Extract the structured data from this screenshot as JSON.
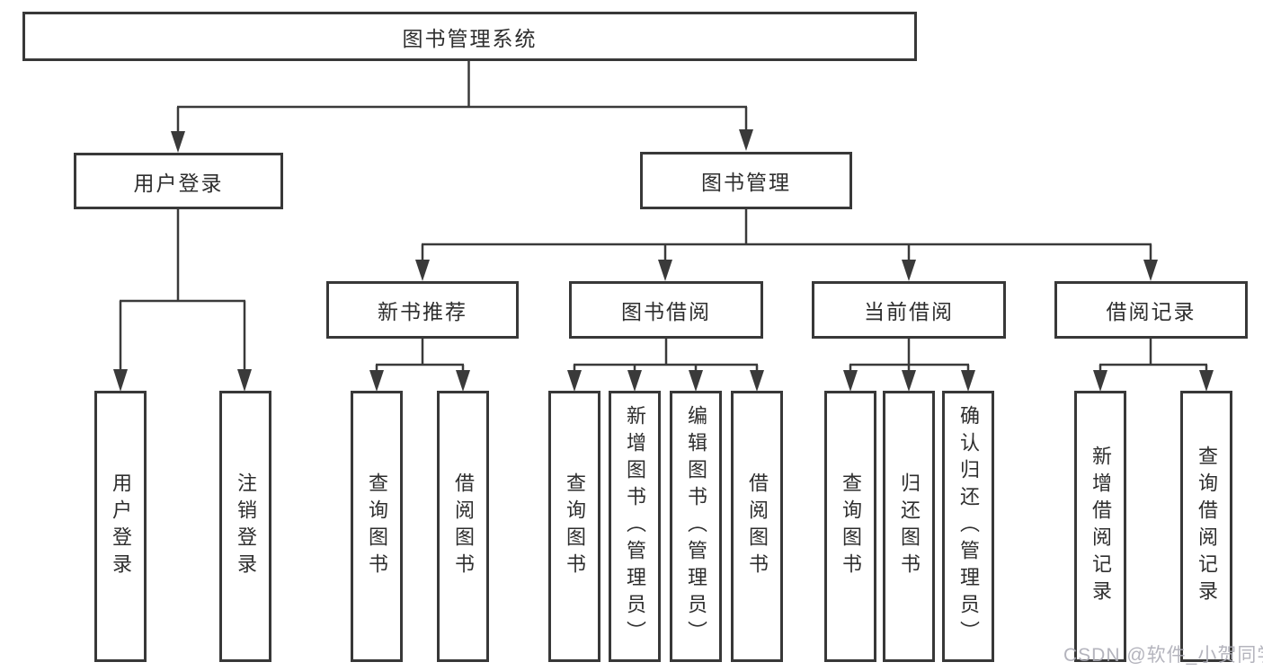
{
  "tree": {
    "root": {
      "label": "图书管理系统"
    },
    "branches": [
      {
        "label": "用户登录",
        "children": [
          {
            "label": "用户登录"
          },
          {
            "label": "注销登录"
          }
        ]
      },
      {
        "label": "图书管理",
        "children": [
          {
            "label": "新书推荐",
            "children": [
              {
                "label": "查询图书"
              },
              {
                "label": "借阅图书"
              }
            ]
          },
          {
            "label": "图书借阅",
            "children": [
              {
                "label": "查询图书"
              },
              {
                "label": "新增图书（管理员）"
              },
              {
                "label": "编辑图书（管理员）"
              },
              {
                "label": "借阅图书"
              }
            ]
          },
          {
            "label": "当前借阅",
            "children": [
              {
                "label": "查询图书"
              },
              {
                "label": "归还图书"
              },
              {
                "label": "确认归还（管理员）"
              }
            ]
          },
          {
            "label": "借阅记录",
            "children": [
              {
                "label": "新增借阅记录"
              },
              {
                "label": "查询借阅记录"
              }
            ]
          }
        ]
      }
    ]
  },
  "watermark": {
    "text": "CSDN @软件_小贺同学"
  },
  "colors": {
    "line": "#3a3a3a",
    "box_border": "#383838",
    "text": "#2e2e2e",
    "watermark": "#acacb6",
    "background": "#ffffff"
  }
}
